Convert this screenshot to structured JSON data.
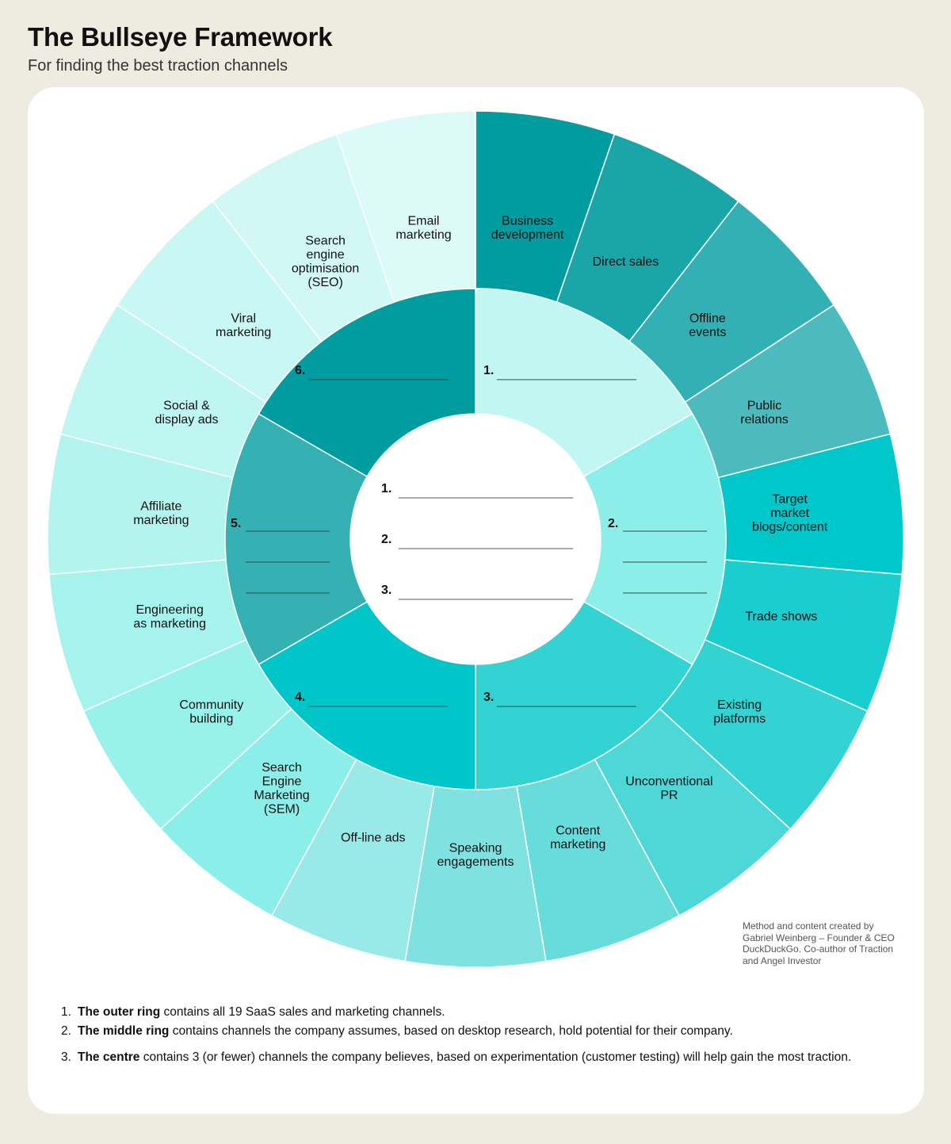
{
  "title": "The Bullseye Framework",
  "subtitle": "For finding the best traction channels",
  "colors": {
    "background": "#eeebe0",
    "card": "#ffffff",
    "ring_dark": "#009c9f",
    "ring_mid": "#36b1b3",
    "ring_bright": "#00c6c9",
    "ring_cyan": "#33d3d3",
    "ring_pale": "#c2f6f3",
    "ring_light": "#8ceee9"
  },
  "outer_ring": [
    {
      "lines": [
        "Business",
        "development"
      ],
      "color": "#009c9f"
    },
    {
      "lines": [
        "Direct sales"
      ],
      "color": "#1aa6a8"
    },
    {
      "lines": [
        "Offline",
        "events"
      ],
      "color": "#33b0b3"
    },
    {
      "lines": [
        "Public",
        "relations"
      ],
      "color": "#4dbabd"
    },
    {
      "lines": [
        "Target",
        "market",
        "blogs/content"
      ],
      "color": "#00c7ca"
    },
    {
      "lines": [
        "Trade shows"
      ],
      "color": "#1acdcf"
    },
    {
      "lines": [
        "Existing",
        "platforms"
      ],
      "color": "#33d2d3"
    },
    {
      "lines": [
        "Unconventional",
        "PR"
      ],
      "color": "#4dd7d7"
    },
    {
      "lines": [
        "Content",
        "marketing"
      ],
      "color": "#66dcdb"
    },
    {
      "lines": [
        "Speaking",
        "engagements"
      ],
      "color": "#7fe1e0"
    },
    {
      "lines": [
        "Off-line ads"
      ],
      "color": "#99e9e9"
    },
    {
      "lines": [
        "Search",
        "Engine",
        "Marketing",
        "(SEM)"
      ],
      "color": "#8ceee9"
    },
    {
      "lines": [
        "Community",
        "building"
      ],
      "color": "#99f1ec"
    },
    {
      "lines": [
        "Engineering",
        "as marketing"
      ],
      "color": "#a6f2ed"
    },
    {
      "lines": [
        "Affiliate",
        "marketing"
      ],
      "color": "#b3f4ef"
    },
    {
      "lines": [
        "Social &",
        "display ads"
      ],
      "color": "#bff6f1"
    },
    {
      "lines": [
        "Viral",
        "marketing"
      ],
      "color": "#c9f7f3"
    },
    {
      "lines": [
        "Search",
        "engine",
        "optimisation",
        "(SEO)"
      ],
      "color": "#d2f8f5"
    },
    {
      "lines": [
        "Email",
        "marketing"
      ],
      "color": "#dcfaf8"
    }
  ],
  "middle_ring": [
    {
      "label": "1.",
      "color": "#c2f6f3"
    },
    {
      "label": "2.",
      "color": "#8ceee9"
    },
    {
      "label": "3.",
      "color": "#33d3d3"
    },
    {
      "label": "4.",
      "color": "#00c6c9"
    },
    {
      "label": "5.",
      "color": "#36b1b3"
    },
    {
      "label": "6.",
      "color": "#009c9f"
    }
  ],
  "centre": [
    "1.",
    "2.",
    "3."
  ],
  "credit": "Method and content created by Gabriel Weinberg – Founder & CEO DuckDuckGo. Co-author of Traction and Angel Investor",
  "notes": [
    {
      "number": "1.",
      "bold": "The outer ring",
      "text": " contains all 19 SaaS sales and marketing channels."
    },
    {
      "number": "2.",
      "bold": "The middle ring",
      "text": " contains channels the company assumes, based on desktop research, hold potential for their company."
    },
    {
      "number": "3.",
      "bold": "The centre",
      "text": " contains 3 (or fewer) channels the company believes, based on experimentation (customer testing) will help gain the most traction."
    }
  ]
}
